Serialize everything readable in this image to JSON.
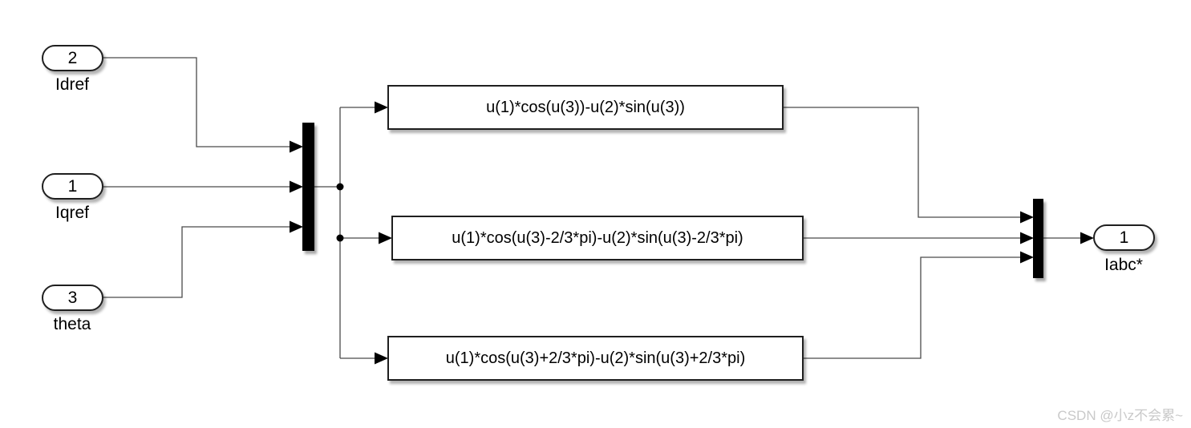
{
  "diagram": {
    "type": "simulink-block-diagram",
    "colors": {
      "background": "#ffffff",
      "wire": "#4a4a4a",
      "block_border": "#1f1f1f",
      "block_fill": "#ffffff",
      "mux_fill": "#000000",
      "watermark": "#c9c9c9"
    }
  },
  "inports": [
    {
      "number": "2",
      "label": "Idref"
    },
    {
      "number": "1",
      "label": "Iqref"
    },
    {
      "number": "3",
      "label": "theta"
    }
  ],
  "fcns": [
    {
      "expression": "u(1)*cos(u(3))-u(2)*sin(u(3))"
    },
    {
      "expression": "u(1)*cos(u(3)-2/3*pi)-u(2)*sin(u(3)-2/3*pi)"
    },
    {
      "expression": "u(1)*cos(u(3)+2/3*pi)-u(2)*sin(u(3)+2/3*pi)"
    }
  ],
  "muxes": [
    {
      "name": "input-mux",
      "inputs": 3
    },
    {
      "name": "output-mux",
      "inputs": 3
    }
  ],
  "outport": {
    "number": "1",
    "label": "Iabc*"
  },
  "watermark": {
    "text": "CSDN @小z不会累~"
  }
}
